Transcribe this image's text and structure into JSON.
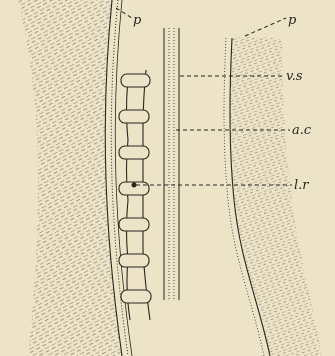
{
  "figure": {
    "labels": {
      "p_left": "p",
      "p_right": "p",
      "vs": "v.s",
      "ac": "a.c",
      "lr": "l.r"
    }
  },
  "colors": {
    "paper": "#ede3c6",
    "ink": "#2a2420",
    "hatch": "#5a4f42"
  }
}
